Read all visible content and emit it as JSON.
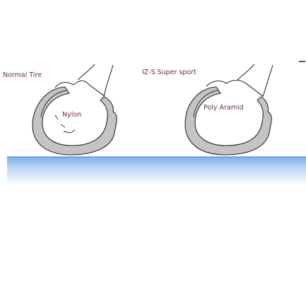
{
  "labels": {
    "normal_tire": "Normal Tire",
    "nylon": "Nylon",
    "super_sport": "IZ-S Super sport",
    "poly_aramid": "Poly Aramid",
    "dash": "-"
  },
  "colors": {
    "tire_fill": "#c4c4c4",
    "outline": "#2b2b2b",
    "label_text": "#7a2a36",
    "ground_top": "#7fb0e6",
    "ground_bottom": "#ffffff"
  }
}
